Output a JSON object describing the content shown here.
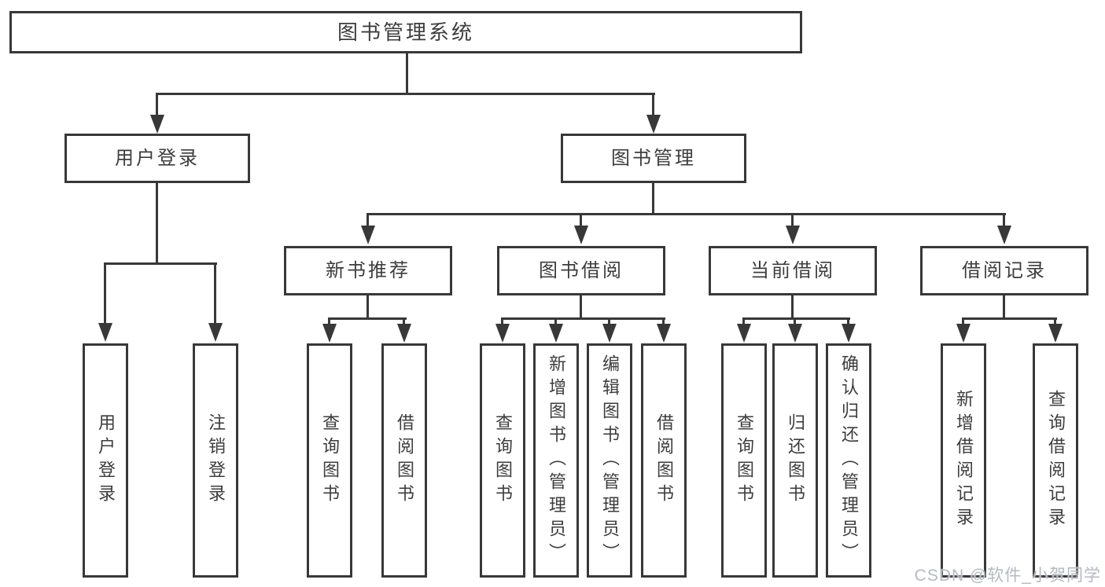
{
  "diagram": {
    "root": {
      "label": "图书管理系统"
    },
    "branches": [
      {
        "label": "用户登录",
        "children": [
          {
            "label": "用户登录"
          },
          {
            "label": "注销登录"
          }
        ]
      },
      {
        "label": "图书管理",
        "children": [
          {
            "label": "新书推荐",
            "children": [
              {
                "label": "查询图书"
              },
              {
                "label": "借阅图书"
              }
            ]
          },
          {
            "label": "图书借阅",
            "children": [
              {
                "label": "查询图书"
              },
              {
                "label": "新增图书（管理员）"
              },
              {
                "label": "编辑图书（管理员）"
              },
              {
                "label": "借阅图书"
              }
            ]
          },
          {
            "label": "当前借阅",
            "children": [
              {
                "label": "查询图书"
              },
              {
                "label": "归还图书"
              },
              {
                "label": "确认归还（管理员）"
              }
            ]
          },
          {
            "label": "借阅记录",
            "children": [
              {
                "label": "新增借阅记录"
              },
              {
                "label": "查询借阅记录"
              }
            ]
          }
        ]
      }
    ],
    "watermark": "CSDN @软件_小贺同学",
    "colors": {
      "line": "#383838",
      "text": "#3d3d3d",
      "background": "#ffffff",
      "watermark": "#b4b9c2"
    }
  }
}
